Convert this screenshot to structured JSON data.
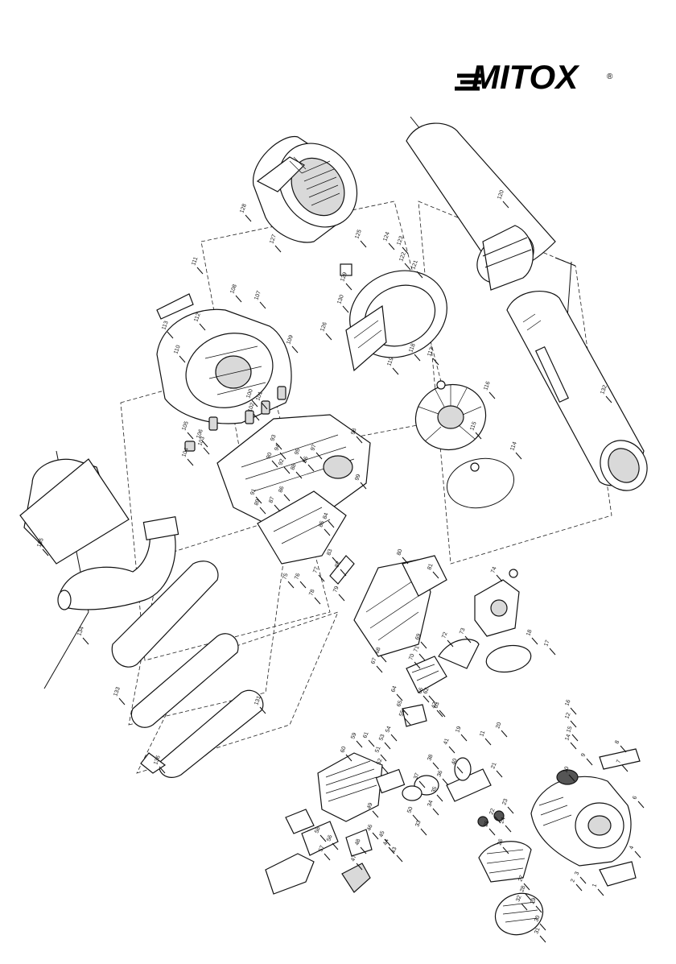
{
  "brand": {
    "name": "MITOX",
    "mark": "®"
  },
  "part_numbers": [
    {
      "n": "1"
    },
    {
      "n": "2"
    },
    {
      "n": "3"
    },
    {
      "n": "4"
    },
    {
      "n": "6"
    },
    {
      "n": "7"
    },
    {
      "n": "8"
    },
    {
      "n": "9"
    },
    {
      "n": "10"
    },
    {
      "n": "11"
    },
    {
      "n": "12"
    },
    {
      "n": "14"
    },
    {
      "n": "15"
    },
    {
      "n": "16"
    },
    {
      "n": "17"
    },
    {
      "n": "18"
    },
    {
      "n": "19"
    },
    {
      "n": "20"
    },
    {
      "n": "21"
    },
    {
      "n": "22"
    },
    {
      "n": "23"
    },
    {
      "n": "24"
    },
    {
      "n": "25"
    },
    {
      "n": "26"
    },
    {
      "n": "27"
    },
    {
      "n": "28"
    },
    {
      "n": "29"
    },
    {
      "n": "30"
    },
    {
      "n": "31"
    },
    {
      "n": "32"
    },
    {
      "n": "33"
    },
    {
      "n": "34"
    },
    {
      "n": "35"
    },
    {
      "n": "36"
    },
    {
      "n": "37"
    },
    {
      "n": "38"
    },
    {
      "n": "40"
    },
    {
      "n": "41"
    },
    {
      "n": "42"
    },
    {
      "n": "43"
    },
    {
      "n": "44"
    },
    {
      "n": "45"
    },
    {
      "n": "46"
    },
    {
      "n": "47"
    },
    {
      "n": "48"
    },
    {
      "n": "49"
    },
    {
      "n": "50"
    },
    {
      "n": "51"
    },
    {
      "n": "52"
    },
    {
      "n": "53"
    },
    {
      "n": "54"
    },
    {
      "n": "55"
    },
    {
      "n": "56"
    },
    {
      "n": "57"
    },
    {
      "n": "58"
    },
    {
      "n": "59"
    },
    {
      "n": "60"
    },
    {
      "n": "61"
    },
    {
      "n": "62"
    },
    {
      "n": "63"
    },
    {
      "n": "64"
    },
    {
      "n": "65"
    },
    {
      "n": "66"
    },
    {
      "n": "67"
    },
    {
      "n": "68"
    },
    {
      "n": "69"
    },
    {
      "n": "70"
    },
    {
      "n": "71"
    },
    {
      "n": "72"
    },
    {
      "n": "73"
    },
    {
      "n": "74"
    },
    {
      "n": "75"
    },
    {
      "n": "76"
    },
    {
      "n": "77"
    },
    {
      "n": "78"
    },
    {
      "n": "79"
    },
    {
      "n": "80"
    },
    {
      "n": "81"
    },
    {
      "n": "82"
    },
    {
      "n": "83"
    },
    {
      "n": "84"
    },
    {
      "n": "85"
    },
    {
      "n": "86"
    },
    {
      "n": "87"
    },
    {
      "n": "88"
    },
    {
      "n": "89"
    },
    {
      "n": "90"
    },
    {
      "n": "91"
    },
    {
      "n": "92"
    },
    {
      "n": "93"
    },
    {
      "n": "94"
    },
    {
      "n": "95"
    },
    {
      "n": "96"
    },
    {
      "n": "97"
    },
    {
      "n": "98"
    },
    {
      "n": "99"
    },
    {
      "n": "100"
    },
    {
      "n": "101"
    },
    {
      "n": "102"
    },
    {
      "n": "103"
    },
    {
      "n": "104"
    },
    {
      "n": "105"
    },
    {
      "n": "106"
    },
    {
      "n": "107"
    },
    {
      "n": "108"
    },
    {
      "n": "109"
    },
    {
      "n": "110"
    },
    {
      "n": "111"
    },
    {
      "n": "112"
    },
    {
      "n": "113"
    },
    {
      "n": "114"
    },
    {
      "n": "115"
    },
    {
      "n": "116"
    },
    {
      "n": "117"
    },
    {
      "n": "118"
    },
    {
      "n": "119"
    },
    {
      "n": "120"
    },
    {
      "n": "121"
    },
    {
      "n": "122"
    },
    {
      "n": "123"
    },
    {
      "n": "124"
    },
    {
      "n": "125"
    },
    {
      "n": "126"
    },
    {
      "n": "127"
    },
    {
      "n": "128"
    },
    {
      "n": "129"
    },
    {
      "n": "130"
    },
    {
      "n": "131"
    },
    {
      "n": "132"
    },
    {
      "n": "133"
    },
    {
      "n": "134"
    },
    {
      "n": "135"
    },
    {
      "n": "136"
    }
  ]
}
